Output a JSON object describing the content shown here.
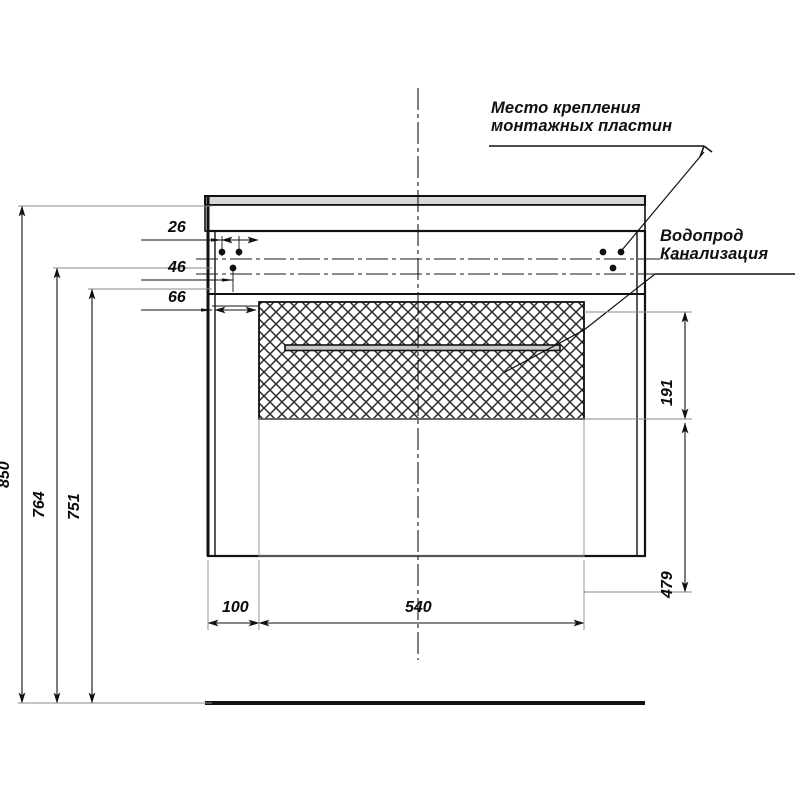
{
  "drawing": {
    "title": "Bathroom vanity cabinet — front elevation",
    "units": "mm",
    "annotations": [
      {
        "name": "mounting-plates-note",
        "line1": "Место крепления",
        "line2": "монтажных пластин"
      },
      {
        "name": "plumbing-note",
        "line1": "Водопрод",
        "line2": "Канализация"
      }
    ],
    "dimensions": {
      "overall_height": "850",
      "cabinet_top_height": "764",
      "body_height": "751",
      "top_offset_a": "26",
      "top_offset_b": "46",
      "top_offset_c": "66",
      "drawer_height": "191",
      "lower_height": "479",
      "left_width": "100",
      "main_width": "540"
    },
    "colors": {
      "line": "#1a1a1a",
      "thin_line": "#6e6e6e",
      "hatch": "#2b2b2b",
      "paper": "#ffffff"
    }
  }
}
